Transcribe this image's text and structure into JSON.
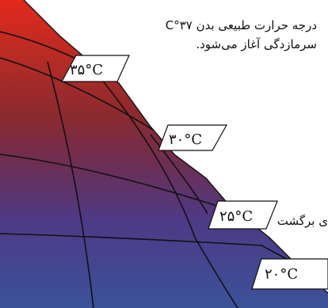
{
  "labels": {
    "t35": "۳۵°C",
    "t30": "۳۰°C",
    "t25": "۲۵°C",
    "t20": "۲۰°C"
  },
  "notes": {
    "line1": "درجه حرارت طبیعی بدن ۳۷°C",
    "line2": "سرمازدگی آغاز می‌شود.",
    "partial": "ی برگشت"
  },
  "colors": {
    "band_top": "#e02a1e",
    "band_2": "#a32a27",
    "band_3": "#7b2a3a",
    "band_4": "#5a3470",
    "band_5": "#3f3c8e",
    "band_6": "#37509a",
    "line": "#111111"
  }
}
